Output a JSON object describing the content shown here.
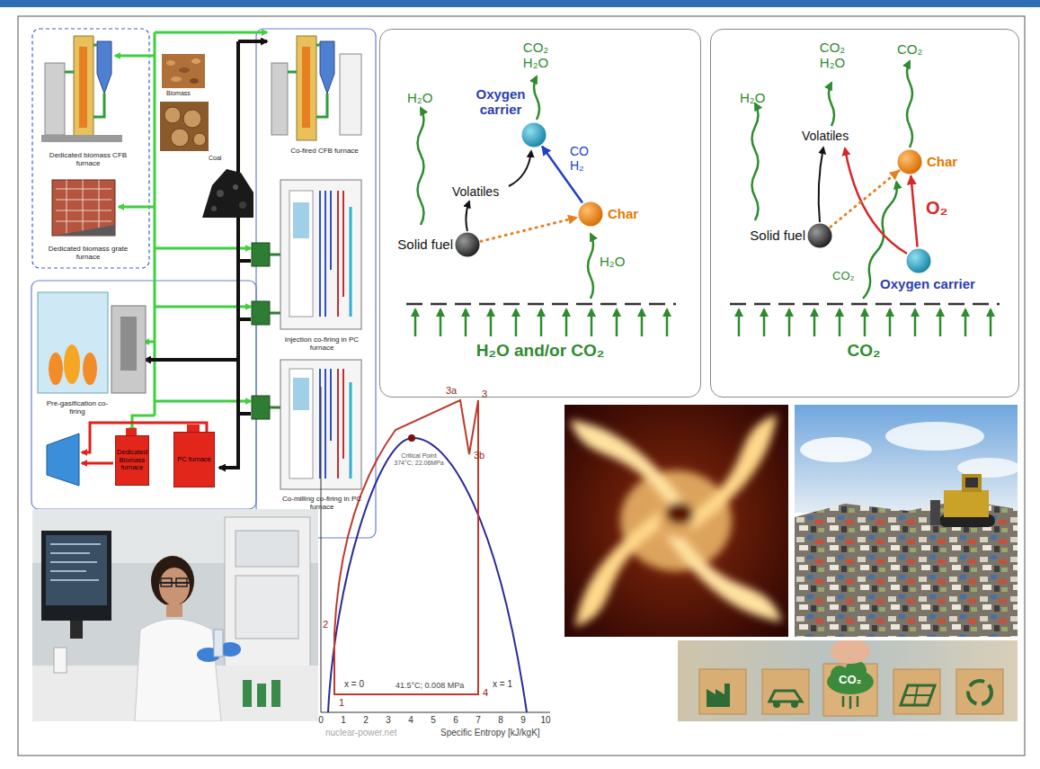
{
  "diagram": {
    "nodes": [
      {
        "text": [
          "Dedicated Biomass furnace"
        ]
      },
      {
        "text": [
          "PC furnace"
        ]
      },
      {
        "text": [
          "H₂O and/or CO₂"
        ]
      },
      {
        "text": [
          "Solid fuel"
        ],
        "in": 2
      },
      {
        "text": [
          "Char"
        ],
        "in": 2
      },
      {
        "text": [
          "Oxygen carrier"
        ],
        "in": 2
      },
      {
        "text": [
          "CO₂"
        ]
      },
      {
        "text": [
          "Solid fuel"
        ],
        "in": 6
      },
      {
        "text": [
          "Char"
        ],
        "in": 6
      },
      {
        "text": [
          "Oxygen carrier"
        ],
        "in": 6
      }
    ],
    "edges": [
      {
        "from": 3,
        "to": 4,
        "arrow": "to"
      },
      {
        "from": 4,
        "to": 5,
        "label": "CO H₂",
        "arrow": "to"
      },
      {
        "from": 7,
        "to": 8,
        "arrow": "to"
      },
      {
        "from": 9,
        "to": 8,
        "label": "O₂",
        "arrow": "to"
      }
    ],
    "labels": [
      "Dedicated biomass CFB furnace",
      "Biomass",
      "Dedicated biomass grate furnace",
      "Coal",
      "Co-fired CFB furnace",
      "Injection co-firing in PC furnace",
      "Pre-gasification co-firing",
      "Co-milling co-firing in PC furnace",
      "H₂O",
      "CO₂ H₂O",
      "Volatiles",
      "H₂O",
      "H₂O",
      "CO₂ H₂O",
      "CO₂",
      "Volatiles",
      "CO₂",
      "3a",
      "3",
      "3b",
      "2",
      "1",
      "Critical Point 374°C; 22.06MPa",
      "x = 0",
      "41.5°C; 0.008 MPa",
      "4",
      "x = 1",
      "0",
      "1",
      "2",
      "3",
      "4",
      "5",
      "6",
      "7",
      "8",
      "9",
      "10",
      "Specific Entropy [kJ/kgK]",
      "nuclear-power.net",
      "CO₂"
    ]
  }
}
